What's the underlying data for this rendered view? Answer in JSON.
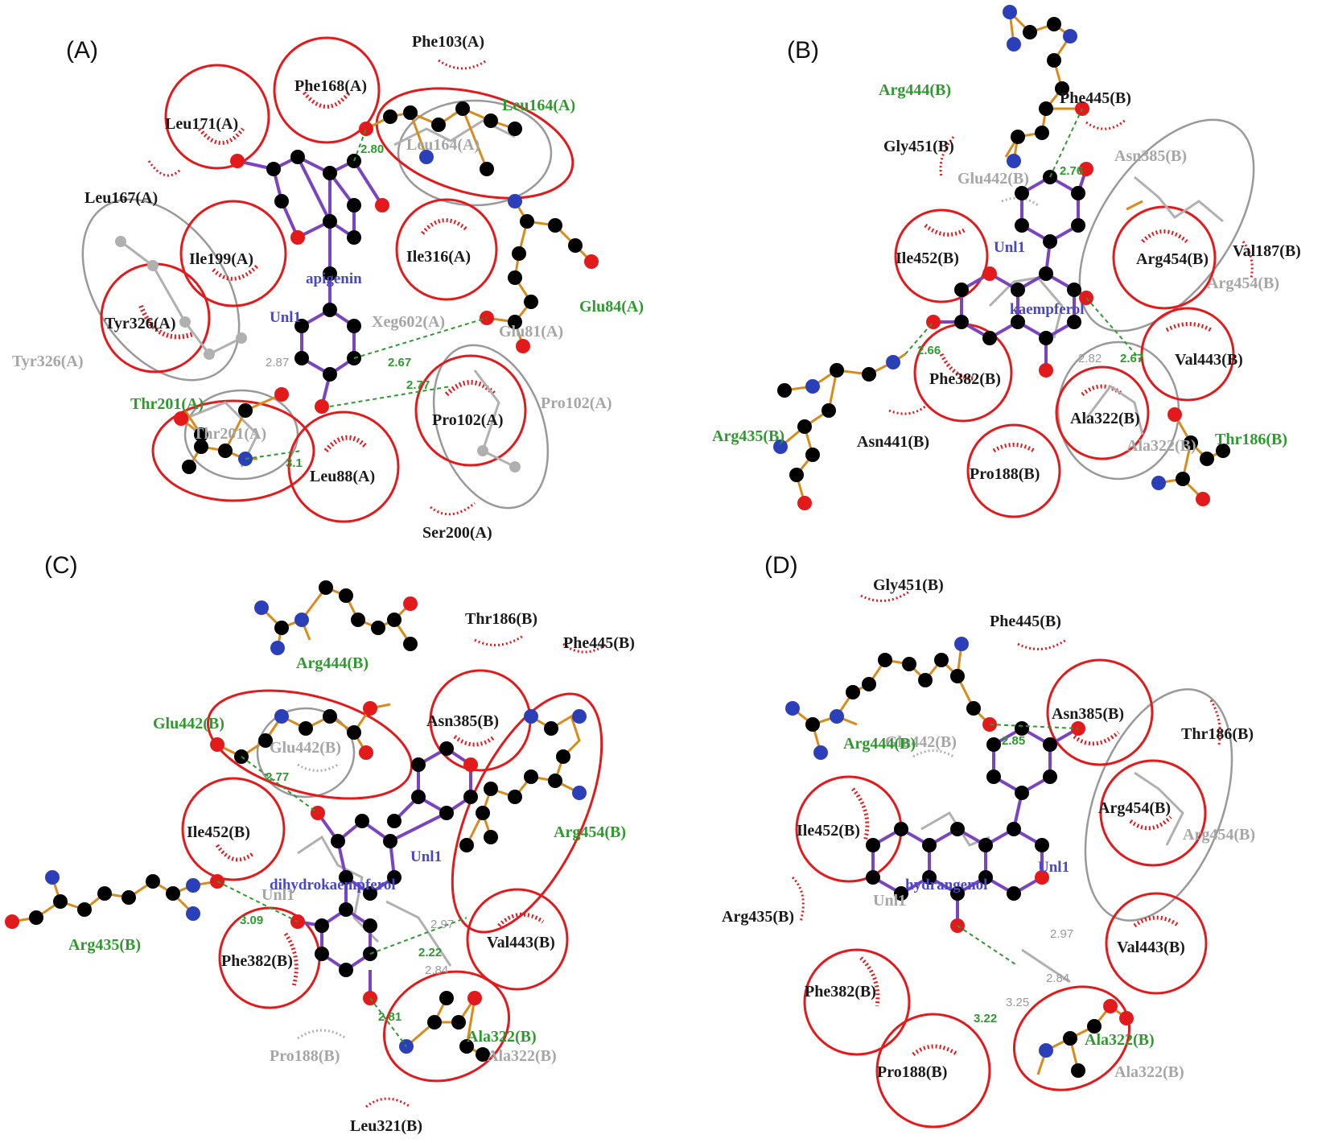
{
  "colors": {
    "highlight": "#e31a1c",
    "hydrophobic": "#d9534f",
    "carbon": "#000000",
    "oxygen": "#e31a1c",
    "nitrogen": "#2b3fb8",
    "bond_residue": "#d98b1a",
    "bond_ligand": "#7a44c0",
    "hbond": "#2e9a2e",
    "superposed": "#b0b0b0"
  },
  "panels": [
    {
      "label": "(A)",
      "ligand_name": "apigenin",
      "unl": "Unl1",
      "residues_black": [
        "Phe103(A)",
        "Phe168(A)",
        "Leu171(A)",
        "Leu167(A)",
        "Ile199(A)",
        "Ile316(A)",
        "Tyr326(A)",
        "Pro102(A)",
        "Leu88(A)",
        "Ser200(A)"
      ],
      "residues_green": [
        "Leu164(A)",
        "Glu84(A)",
        "Thr201(A)"
      ],
      "residues_grey": [
        "Leu164(A)",
        "Tyr326(A)",
        "Xeg602(A)",
        "Glu81(A)",
        "Pro102(A)",
        "Thr201(A)"
      ],
      "hbonds": [
        "2.80",
        "2.67",
        "2.77",
        "3.1"
      ],
      "distances": [
        "2.87"
      ]
    },
    {
      "label": "(B)",
      "ligand_name": "kaempferol",
      "unl": "Unl1",
      "residues_black": [
        "Phe445(B)",
        "Gly451(B)",
        "Ile452(B)",
        "Arg454(B)",
        "Val187(B)",
        "Phe382(B)",
        "Val443(B)",
        "Ala322(B)",
        "Asn441(B)",
        "Pro188(B)"
      ],
      "residues_green": [
        "Arg444(B)",
        "Arg435(B)",
        "Thr186(B)"
      ],
      "residues_grey": [
        "Asn385(B)",
        "Glu442(B)",
        "Arg454(B)",
        "Ala322(B)"
      ],
      "hbonds": [
        "2.76",
        "2.66",
        "2.67"
      ],
      "distances": [
        "2.82"
      ]
    },
    {
      "label": "(C)",
      "ligand_name": "dihydrokaempferol",
      "unl": "Unl1",
      "residues_black": [
        "Thr186(B)",
        "Phe445(B)",
        "Asn385(B)",
        "Ile452(B)",
        "Phe382(B)",
        "Val443(B)"
      ],
      "residues_green": [
        "Arg444(B)",
        "Glu442(B)",
        "Arg454(B)",
        "Arg435(B)",
        "Ala322(B)"
      ],
      "residues_grey": [
        "Glu442(B)",
        "Pro188(B)",
        "Ala322(B)",
        "Unl1"
      ],
      "residues_extra": [
        "Leu321(B)"
      ],
      "hbonds": [
        "2.77",
        "3.09",
        "2.22",
        "2.81"
      ],
      "distances": [
        "2.97",
        "2.84"
      ]
    },
    {
      "label": "(D)",
      "ligand_name": "hydrangenol",
      "unl": "Unl1",
      "residues_black": [
        "Gly451(B)",
        "Phe445(B)",
        "Asn385(B)",
        "Thr186(B)",
        "Arg454(B)",
        "Ile452(B)",
        "Arg435(B)",
        "Val443(B)",
        "Phe382(B)",
        "Pro188(B)"
      ],
      "residues_green": [
        "Arg444(B)",
        "Ala322(B)"
      ],
      "residues_grey": [
        "Glu442(B)",
        "Arg454(B)",
        "Ala322(B)",
        "Unl1"
      ],
      "hbonds": [
        "2.85",
        "3.22"
      ],
      "distances": [
        "2.97",
        "2.84",
        "3.25"
      ]
    }
  ]
}
